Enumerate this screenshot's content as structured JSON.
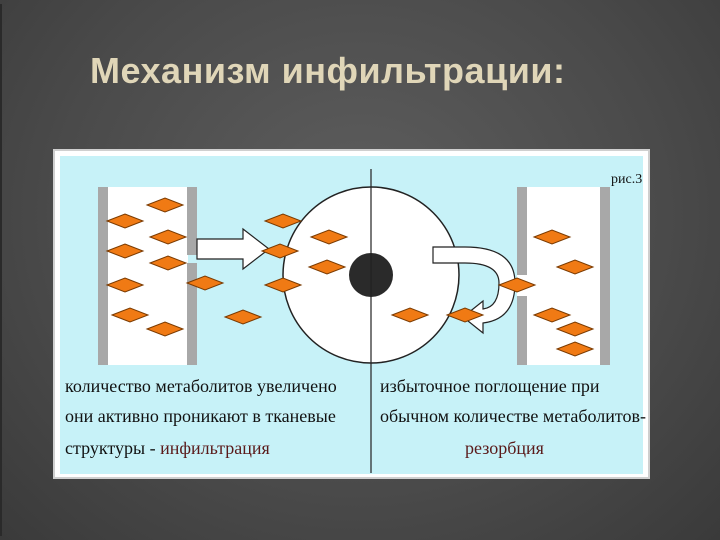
{
  "slide": {
    "title": "Механизм инфильтрации:"
  },
  "diagram": {
    "figure_label": "рис.3",
    "left_caption": {
      "line1": "количество метаболитов увеличено",
      "line2": "они активно проникают в тканевые",
      "line3_prefix": "структуры - ",
      "line3_term": "инфильтрация"
    },
    "right_caption": {
      "line1": "избыточное поглощение при",
      "line2": "обычном количестве метаболитов-",
      "line3_term": "резорбция"
    },
    "colors": {
      "background": "#c7f2f8",
      "metabolite": "#f07a14",
      "vessel_wall": "#a8a8a8",
      "nucleus": "#2a2a2a",
      "cell": "#ffffff"
    }
  }
}
